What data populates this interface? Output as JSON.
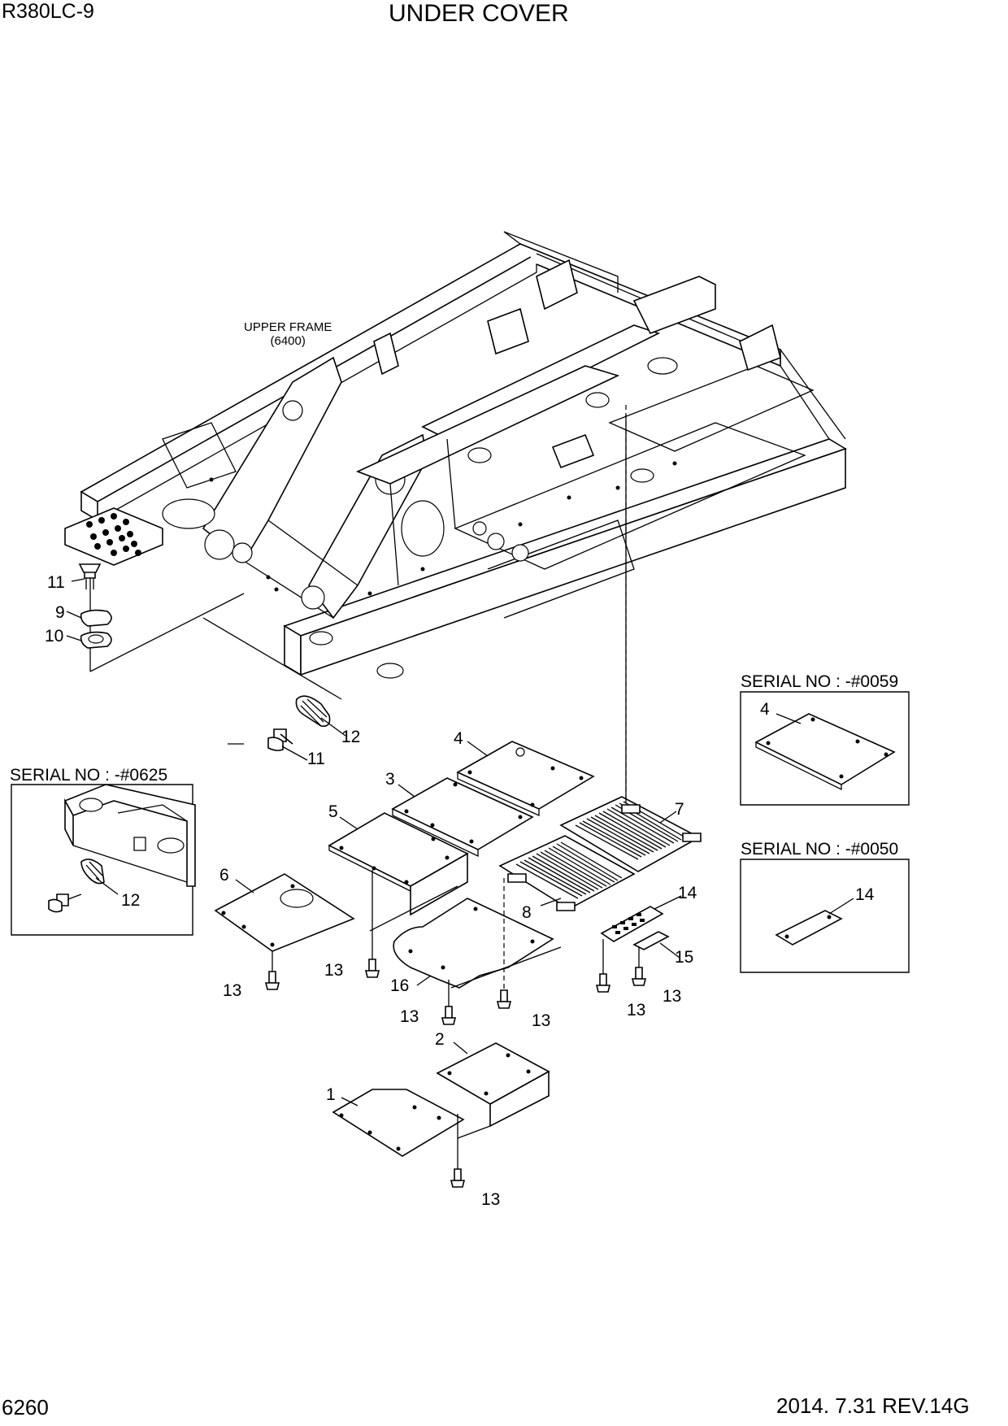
{
  "header": {
    "model": "R380LC-9",
    "title": "UNDER COVER"
  },
  "footer": {
    "page_number": "6260",
    "revision": "2014. 7.31  REV.14G"
  },
  "upper_frame": {
    "line1": "UPPER FRAME",
    "line2": "(6400)"
  },
  "inset_boxes": [
    {
      "serial": "SERIAL NO : -#0625",
      "part": "12"
    },
    {
      "serial": "SERIAL NO : -#0059",
      "part": "4"
    },
    {
      "serial": "SERIAL NO : -#0050",
      "part": "14"
    }
  ],
  "callouts": {
    "c11a": "11",
    "c9": "9",
    "c10": "10",
    "c12": "12",
    "c11b": "11",
    "c4": "4",
    "c3": "3",
    "c5": "5",
    "c6": "6",
    "c7": "7",
    "c8": "8",
    "c14": "14",
    "c15": "15",
    "c16": "16",
    "c2": "2",
    "c1": "1",
    "c13a": "13",
    "c13b": "13",
    "c13c": "13",
    "c13d": "13",
    "c13e": "13",
    "c13f": "13",
    "c13g": "13"
  }
}
